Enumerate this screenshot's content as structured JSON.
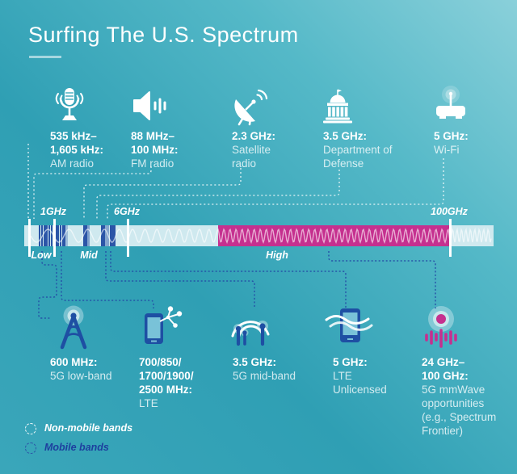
{
  "title": "Surfing The U.S. Spectrum",
  "top_items": [
    {
      "icon": "microphone-icon",
      "freq": "535 kHz–\n1,605 kHz:",
      "desc": "AM radio"
    },
    {
      "icon": "speaker-icon",
      "freq": "88 MHz–\n100 MHz:",
      "desc": "FM radio"
    },
    {
      "icon": "satellite-dish-icon",
      "freq": "2.3 GHz:",
      "desc": "Satellite\nradio"
    },
    {
      "icon": "capitol-icon",
      "freq": "3.5 GHz:",
      "desc": "Department of\nDefense"
    },
    {
      "icon": "router-icon",
      "freq": "5 GHz:",
      "desc": "Wi-Fi"
    }
  ],
  "spectrum_bar": {
    "tick_labels": [
      "1GHz",
      "6GHz",
      "100GHz"
    ],
    "section_labels": [
      "Low",
      "Mid",
      "High"
    ]
  },
  "bottom_items": [
    {
      "icon": "radio-tower-icon",
      "freq": "600 MHz:",
      "desc": "5G low-band"
    },
    {
      "icon": "phone-network-icon",
      "freq": "700/850/\n1700/1900/\n2500 MHz:",
      "desc": "LTE"
    },
    {
      "icon": "small-cell-antennas-icon",
      "freq": "3.5 GHz:",
      "desc": "5G mid-band"
    },
    {
      "icon": "phone-waves-icon",
      "freq": "5 GHz:",
      "desc": "LTE\nUnlicensed"
    },
    {
      "icon": "mmwave-icon",
      "freq": "24 GHz–\n100 GHz:",
      "desc": "5G mmWave\nopportunities\n(e.g., Spectrum\nFrontier)"
    }
  ],
  "legend": [
    {
      "label": "Non-mobile bands",
      "swatch": "white-dashed-circle"
    },
    {
      "label": "Mobile bands",
      "swatch": "blue-dashed-circle"
    }
  ],
  "colors": {
    "background_teal": "#2f9fb4",
    "bar_light": "#cfe9ef",
    "mobile_band_blue": "#2b55a7",
    "highband_magenta": "#c5308f",
    "legend_mobile_blue": "#1d3f9e"
  }
}
